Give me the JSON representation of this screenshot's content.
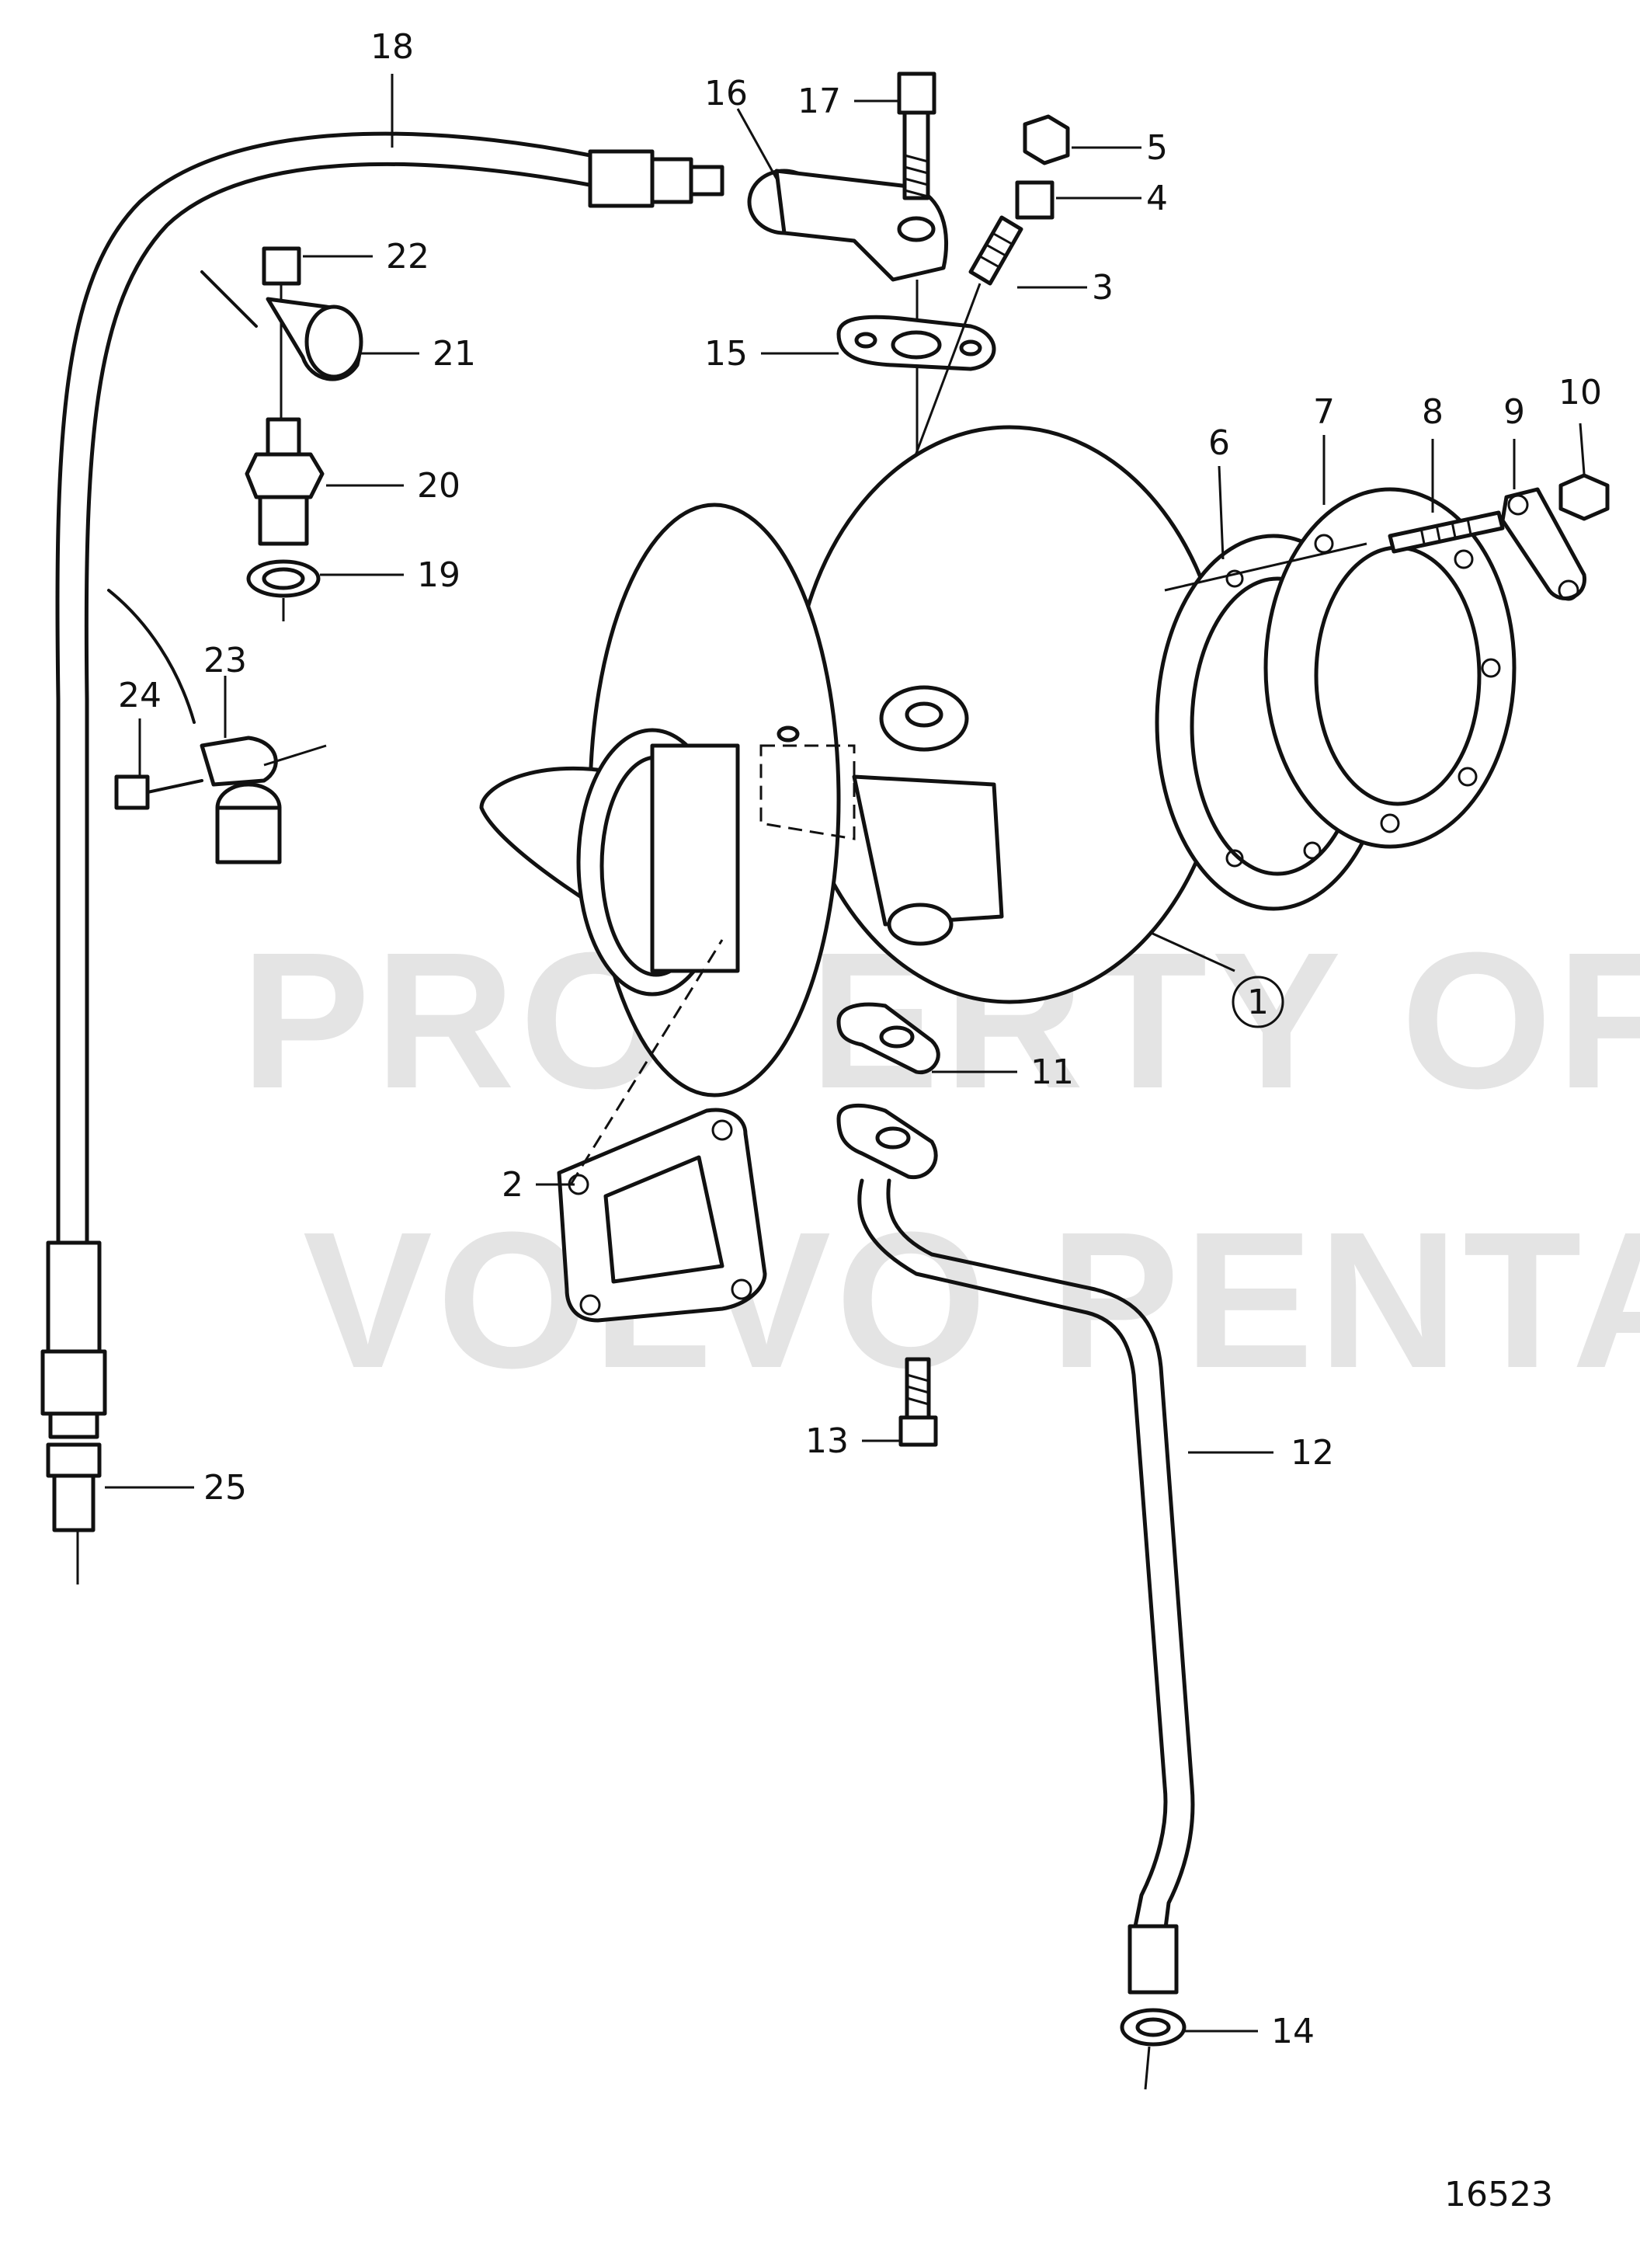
{
  "diagram": {
    "drawing_number": "16523",
    "watermark": {
      "line1": "PROPERTY OF",
      "line2": "VOLVO PENTA"
    },
    "callouts": {
      "c1": "1",
      "c2": "2",
      "c3": "3",
      "c4": "4",
      "c5": "5",
      "c6": "6",
      "c7": "7",
      "c8": "8",
      "c9": "9",
      "c10": "10",
      "c11": "11",
      "c12": "12",
      "c13": "13",
      "c14": "14",
      "c15": "15",
      "c16": "16",
      "c17": "17",
      "c18": "18",
      "c19": "19",
      "c20": "20",
      "c21": "21",
      "c22": "22",
      "c23": "23",
      "c24": "24",
      "c25": "25"
    }
  }
}
